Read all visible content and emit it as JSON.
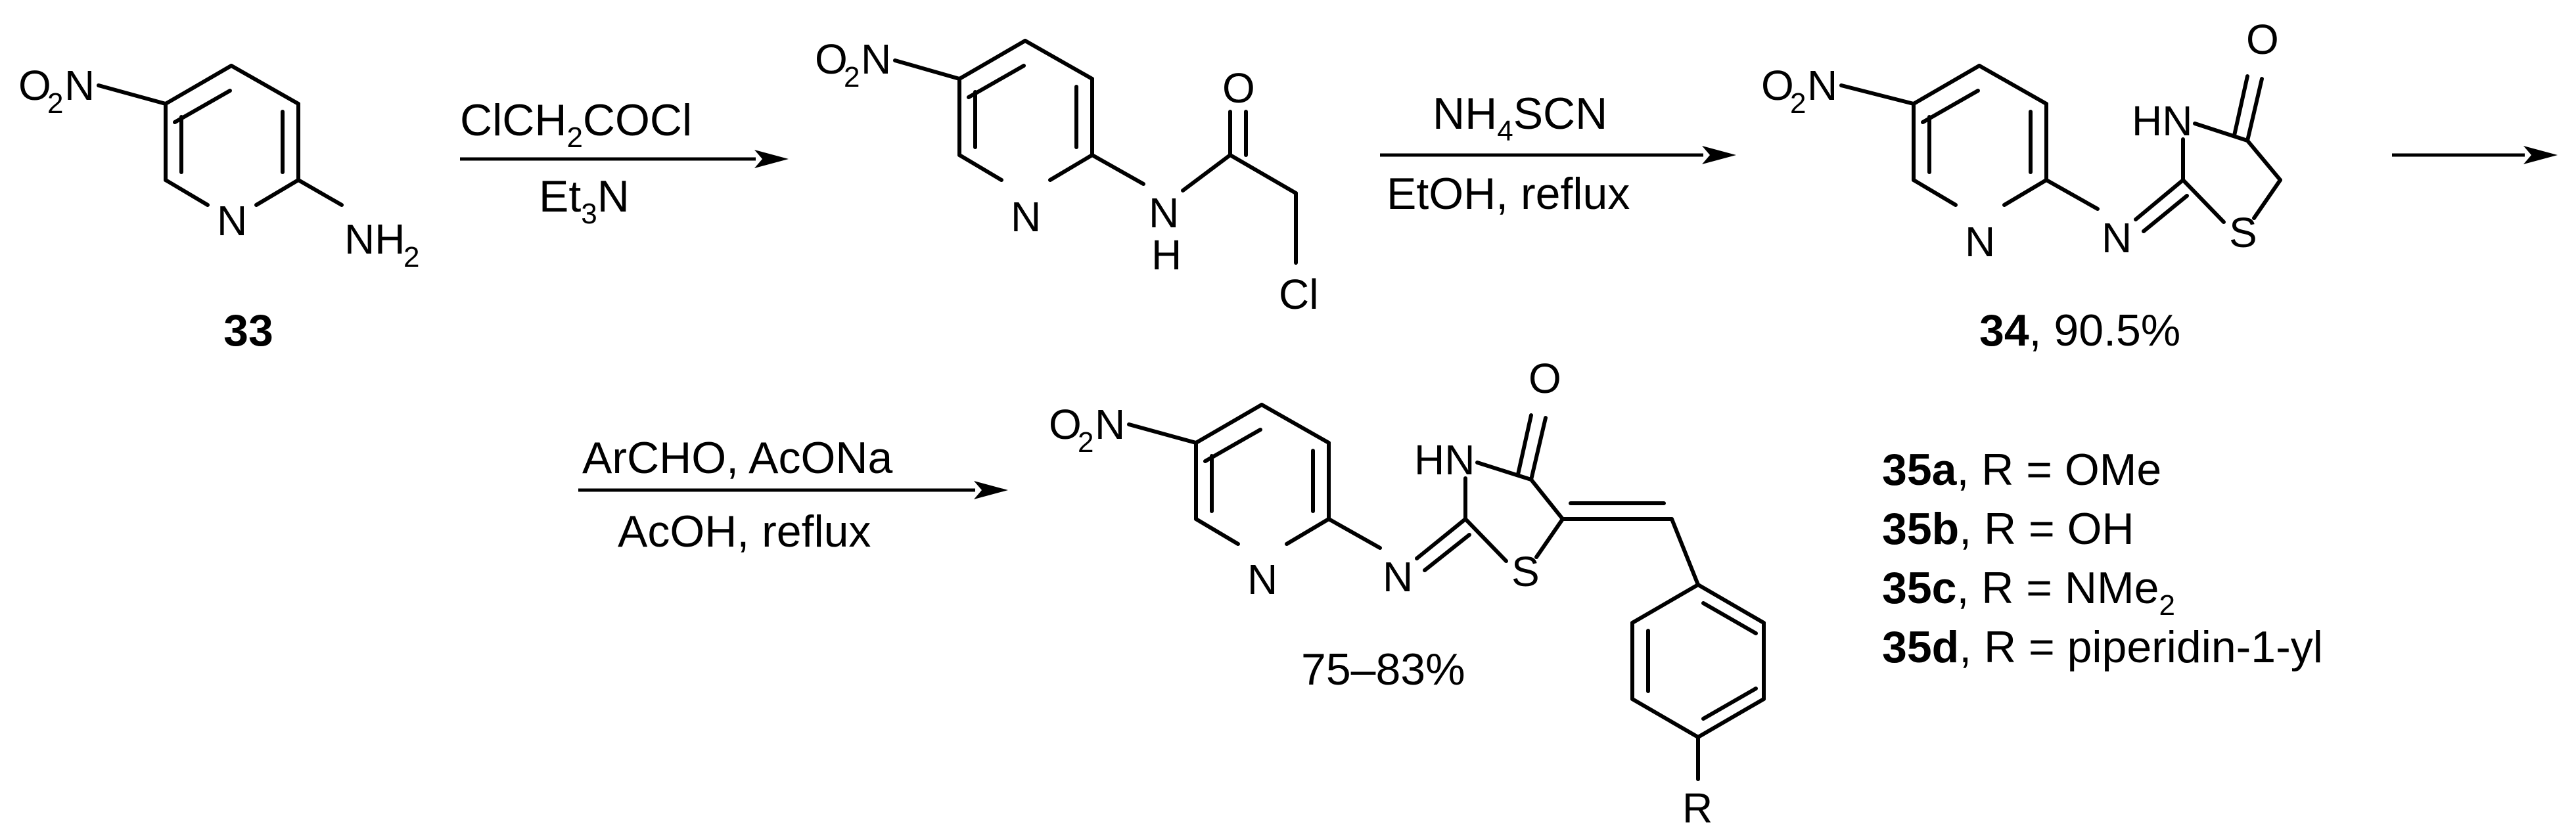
{
  "atoms": {
    "nitro_o": "O",
    "nitro_sub": "2",
    "nitro_n": "N",
    "ring_n": "N",
    "amine_nh": "NH",
    "amine_sub": "2",
    "amide_o": "O",
    "amide_n": "N",
    "amide_h": "H",
    "cl": "Cl",
    "hn": "HN",
    "s": "S",
    "imine_n": "N",
    "r": "R"
  },
  "reagents": {
    "step1_line1": "ClCH",
    "step1_line1_sub": "2",
    "step1_line1_end": "COCl",
    "step1_line2": "Et",
    "step1_line2_sub": "3",
    "step1_line2_end": "N",
    "step2_line1": "NH",
    "step2_line1_sub": "4",
    "step2_line1_end": "SCN",
    "step2_line2": "EtOH, reflux",
    "step4_line1": "ArCHO, AcONa",
    "step4_line2": "AcOH, reflux"
  },
  "compounds": {
    "c33": "33",
    "c34": "34",
    "c34_yield": ", 90.5%",
    "c35_yield": "75–83%"
  },
  "substituents": [
    {
      "id": "35a",
      "text": ", R = OMe",
      "sub": ""
    },
    {
      "id": "35b",
      "text": ", R = OH",
      "sub": ""
    },
    {
      "id": "35c",
      "text": ", R = NMe",
      "sub": "2"
    },
    {
      "id": "35d",
      "text": ", R = piperidin-1-yl",
      "sub": ""
    }
  ]
}
